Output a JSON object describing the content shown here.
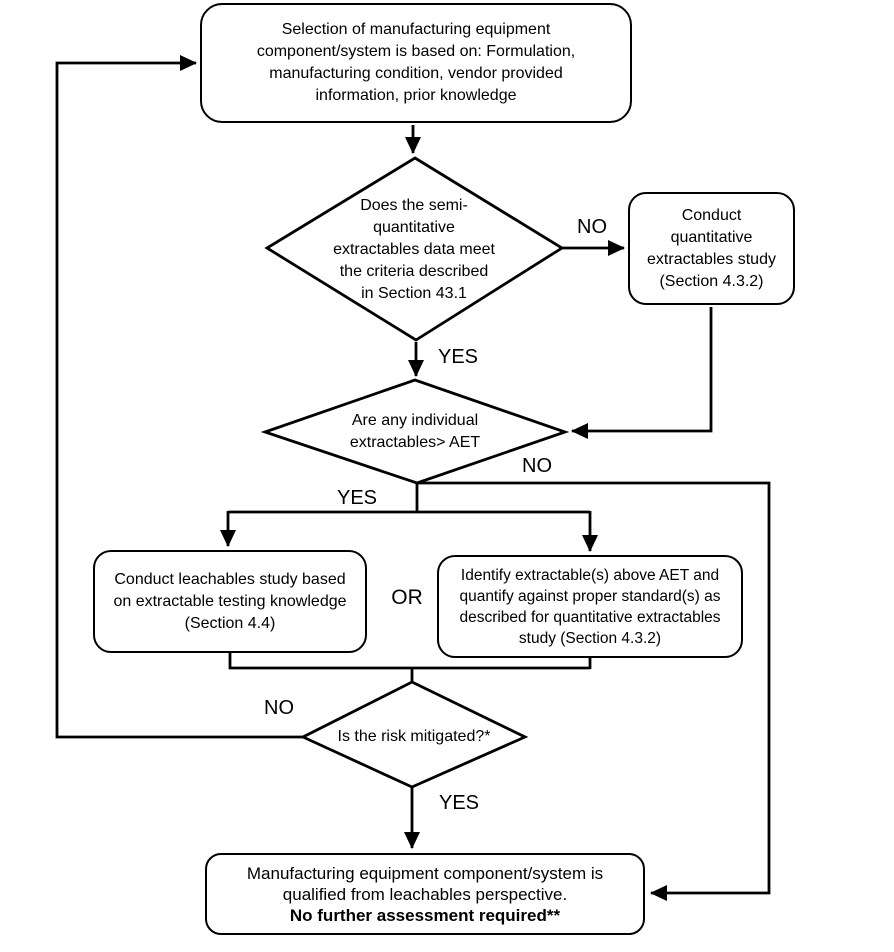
{
  "flowchart": {
    "nodes": {
      "start": {
        "text": "Selection of manufacturing equipment\ncomponent/system is based on: Formulation,\nmanufacturing condition, vendor provided\ninformation, prior knowledge"
      },
      "criteria_decision": {
        "text": "Does the semi-\nquantitative\nextractables data meet\nthe criteria described\nin Section 43.1"
      },
      "quant_study": {
        "text": "Conduct\nquantitative\nextractables study\n(Section 4.3.2)"
      },
      "aet_decision": {
        "text": "Are any individual\nextractables> AET"
      },
      "leachables_study": {
        "text": "Conduct leachables study based\non extractable testing knowledge\n(Section 4.4)"
      },
      "identify_extractables": {
        "text": "Identify extractable(s) above AET and\nquantify against proper standard(s) as\ndescribed for quantitative extractables\nstudy (Section 4.3.2)"
      },
      "risk_decision": {
        "text": "Is the risk mitigated?*"
      },
      "qualified": {
        "text_main": "Manufacturing equipment component/system is\nqualified from leachables perspective.",
        "text_bold": "No further assessment required**"
      }
    },
    "labels": {
      "criteria_no": "NO",
      "criteria_yes": "YES",
      "aet_no": "NO",
      "aet_yes": "YES",
      "or_label": "OR",
      "risk_no": "NO",
      "risk_yes": "YES"
    },
    "colors": {
      "line": "#000000",
      "node_border": "#000000",
      "node_fill": "#ffffff",
      "background": "#ffffff",
      "text": "#000000"
    }
  }
}
